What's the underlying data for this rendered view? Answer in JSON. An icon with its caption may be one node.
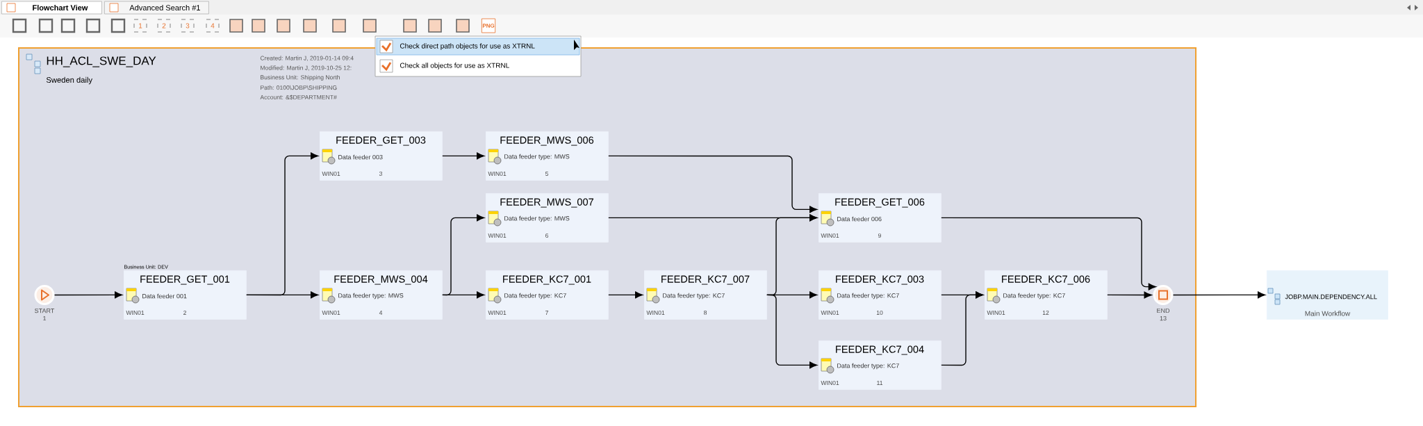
{
  "diagram": {
    "nodes": [
      {
        "text": [
          "HH_ACL_SWE_DAY",
          "Sweden daily"
        ]
      },
      {
        "text": [],
        "shape": "circle",
        "in": 0,
        "beside": [
          "START",
          "1"
        ]
      },
      {
        "text": [
          "FEEDER_GET_001",
          "Data feeder 001",
          "WIN01",
          "2"
        ],
        "in": 0,
        "beside": [
          "Business Unit: DEV"
        ]
      },
      {
        "text": [
          "FEEDER_GET_003",
          "Data feeder 003",
          "WIN01",
          "3"
        ],
        "in": 0
      },
      {
        "text": [
          "FEEDER_MWS_004",
          "Data feeder type: MWS",
          "WIN01",
          "4"
        ],
        "in": 0
      },
      {
        "text": [
          "FEEDER_MWS_006",
          "Data feeder type: MWS",
          "WIN01",
          "5"
        ],
        "in": 0
      },
      {
        "text": [
          "FEEDER_MWS_007",
          "Data feeder type: MWS",
          "WIN01",
          "6"
        ],
        "in": 0
      },
      {
        "text": [
          "FEEDER_KC7_001",
          "Data feeder type: KC7",
          "WIN01",
          "7"
        ],
        "in": 0
      },
      {
        "text": [
          "FEEDER_KC7_007",
          "Data feeder type: KC7",
          "WIN01",
          "8"
        ],
        "in": 0
      },
      {
        "text": [
          "FEEDER_GET_006",
          "Data feeder 006",
          "WIN01",
          "9"
        ],
        "in": 0
      },
      {
        "text": [
          "FEEDER_KC7_003",
          "Data feeder type: KC7",
          "WIN01",
          "10"
        ],
        "in": 0
      },
      {
        "text": [
          "FEEDER_KC7_004",
          "Data feeder type: KC7",
          "WIN01",
          "11"
        ],
        "in": 0
      },
      {
        "text": [
          "FEEDER_KC7_006",
          "Data feeder type: KC7",
          "WIN01",
          "12"
        ],
        "in": 0
      },
      {
        "text": [],
        "shape": "circle",
        "in": 0,
        "beside": [
          "END",
          "13"
        ]
      },
      {
        "text": [
          "JOBP.MAIN.DEPENDENCY.ALL",
          "Main Workflow"
        ]
      }
    ],
    "edges": [
      {
        "from": 1,
        "to": 2,
        "arrow": "to"
      },
      {
        "from": 2,
        "to": 3,
        "arrow": "to"
      },
      {
        "from": 2,
        "to": 4,
        "arrow": "to"
      },
      {
        "from": 3,
        "to": 5,
        "arrow": "to"
      },
      {
        "from": 4,
        "to": 6,
        "arrow": "to"
      },
      {
        "from": 4,
        "to": 7,
        "arrow": "to"
      },
      {
        "from": 7,
        "to": 8,
        "arrow": "to"
      },
      {
        "from": 5,
        "to": 9,
        "arrow": "to"
      },
      {
        "from": 6,
        "to": 9,
        "arrow": "to"
      },
      {
        "from": 8,
        "to": 9,
        "arrow": "to"
      },
      {
        "from": 8,
        "to": 10,
        "arrow": "to"
      },
      {
        "from": 8,
        "to": 11,
        "arrow": "to"
      },
      {
        "from": 9,
        "to": 13,
        "arrow": "to"
      },
      {
        "from": 10,
        "to": 12,
        "arrow": "to"
      },
      {
        "from": 11,
        "to": 12,
        "arrow": "to"
      },
      {
        "from": 12,
        "to": 13,
        "arrow": "to"
      },
      {
        "from": 13,
        "to": 14,
        "arrow": "to"
      }
    ],
    "labels": [
      "Flowchart View",
      "Advanced Search #1",
      "1",
      "2",
      "3",
      "4",
      "PNG",
      "Check direct path objects for use as XTRNL",
      "Check all objects for use as XTRNL",
      "Created: Martin J, 2019-01-14 09:4",
      "Modified: Martin J, 2019-10-25 12:",
      "Business Unit: Shipping North",
      "Path: 0100\\JOBP\\SHIPPING",
      "Account: &$DEPARTMENT#"
    ]
  }
}
